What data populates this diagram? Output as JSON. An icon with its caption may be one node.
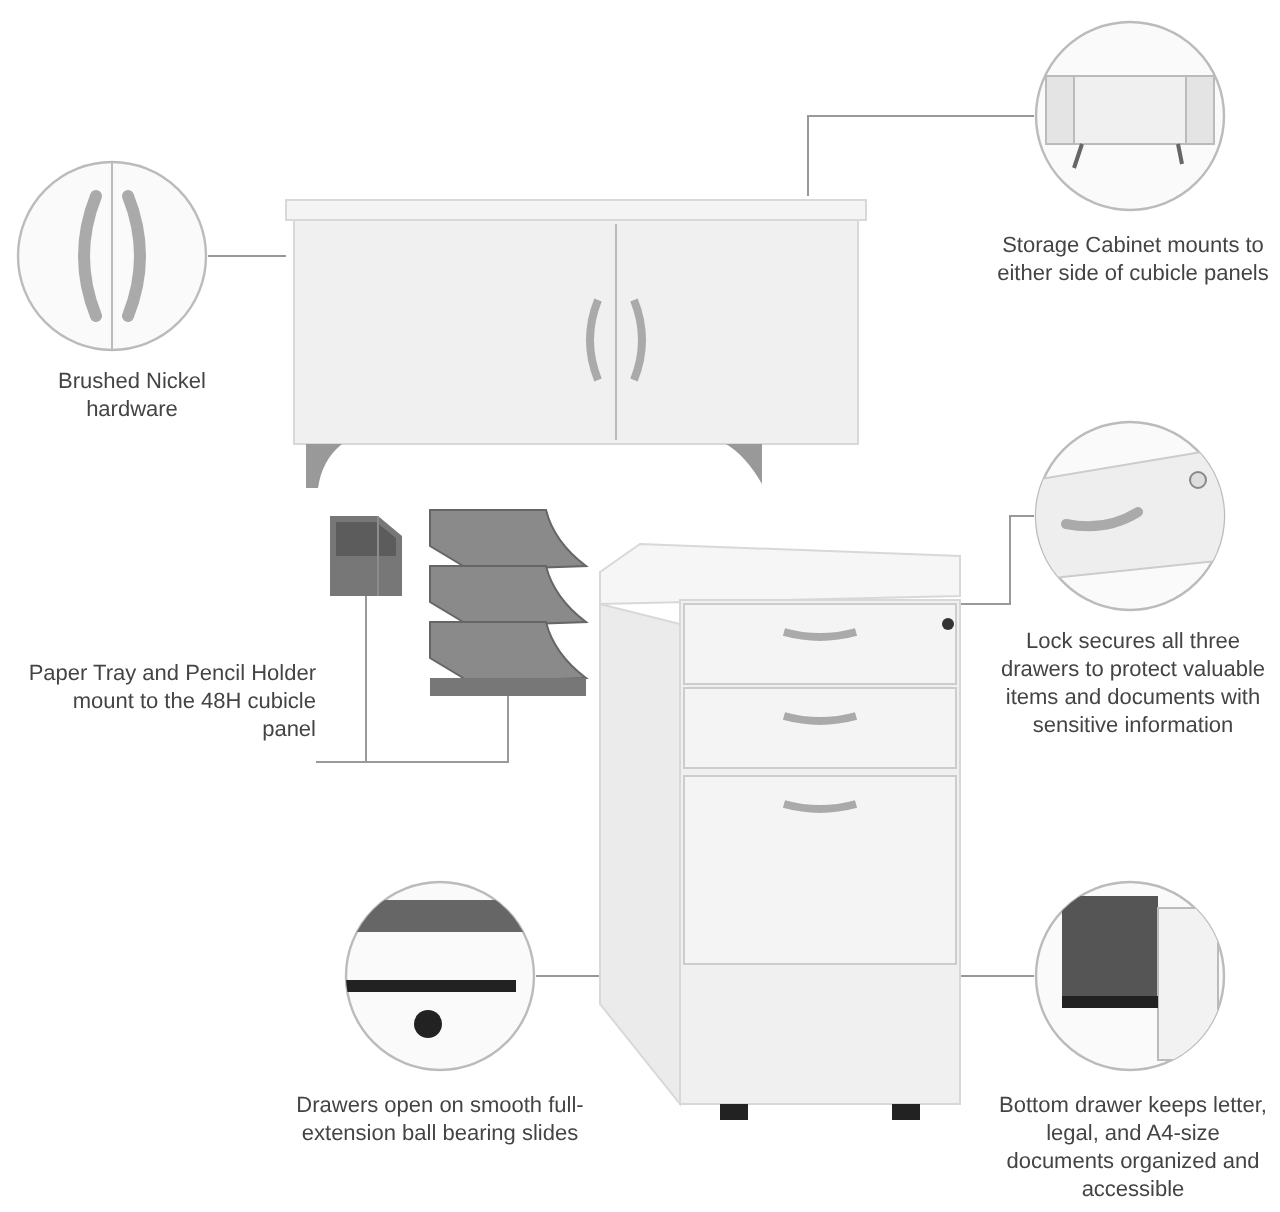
{
  "diagram": {
    "nodes": [
      {
        "text": [
          "Brushed Nickel hardware"
        ]
      },
      {
        "text": [
          "Storage Cabinet mounts to either side of cubicle panels"
        ]
      },
      {
        "text": [
          "Paper Tray and Pencil Holder mount to the 48H cubicle panel"
        ]
      },
      {
        "text": [
          "Lock secures all three drawers to protect valuable items and documents with sensitive information"
        ]
      },
      {
        "text": [
          "Drawers open on smooth full-extension ball bearing slides"
        ]
      },
      {
        "text": [
          "Bottom drawer keeps letter, legal, and A4-size documents organized and accessible"
        ]
      },
      {
        "text": [],
        "shape": "picture"
      },
      {
        "text": [],
        "shape": "picture"
      },
      {
        "text": [],
        "shape": "picture"
      },
      {
        "text": [],
        "shape": "picture"
      }
    ],
    "edges": [
      {
        "from": 0,
        "to": 6,
        "arrow": "none"
      },
      {
        "from": 1,
        "to": 6,
        "arrow": "none"
      },
      {
        "from": 2,
        "to": 7,
        "arrow": "none"
      },
      {
        "from": 2,
        "to": 8,
        "arrow": "none"
      },
      {
        "from": 3,
        "to": 9,
        "arrow": "none"
      },
      {
        "from": 4,
        "to": 9,
        "arrow": "none"
      },
      {
        "from": 5,
        "to": 9,
        "arrow": "none"
      }
    ]
  }
}
